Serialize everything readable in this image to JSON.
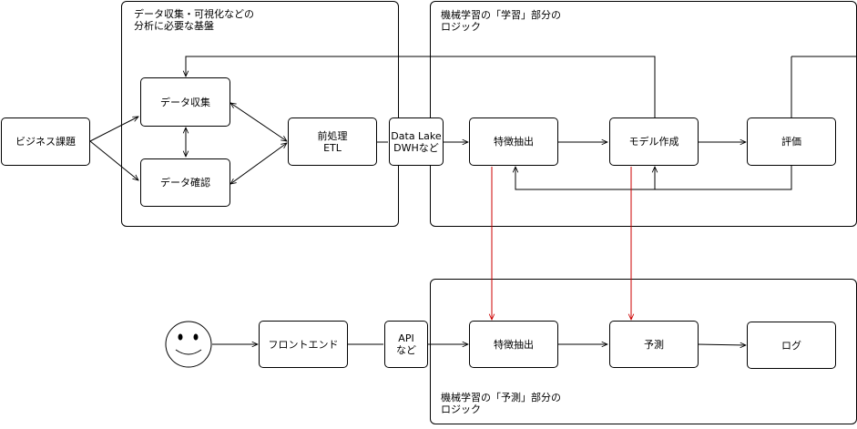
{
  "groups": {
    "data_platform_label": "データ収集・可視化などの\n分析に必要な基盤",
    "learning_label": "機械学習の「学習」部分の\nロジック",
    "prediction_label": "機械学習の「予測」部分の\nロジック"
  },
  "nodes": {
    "business_issue": "ビジネス課題",
    "data_collection": "データ収集",
    "data_check": "データ確認",
    "preprocess_etl": "前処理\nETL",
    "datalake_dwh": "Data Lake\nDWHなど",
    "feature_extraction_train": "特徴抽出",
    "model_building": "モデル作成",
    "evaluation": "評価",
    "user": "",
    "frontend": "フロントエンド",
    "api": "API\nなど",
    "feature_extraction_predict": "特徴抽出",
    "prediction": "予測",
    "log": "ログ"
  },
  "colors": {
    "line": "#000000",
    "highlight_arrow": "#cc0000"
  }
}
